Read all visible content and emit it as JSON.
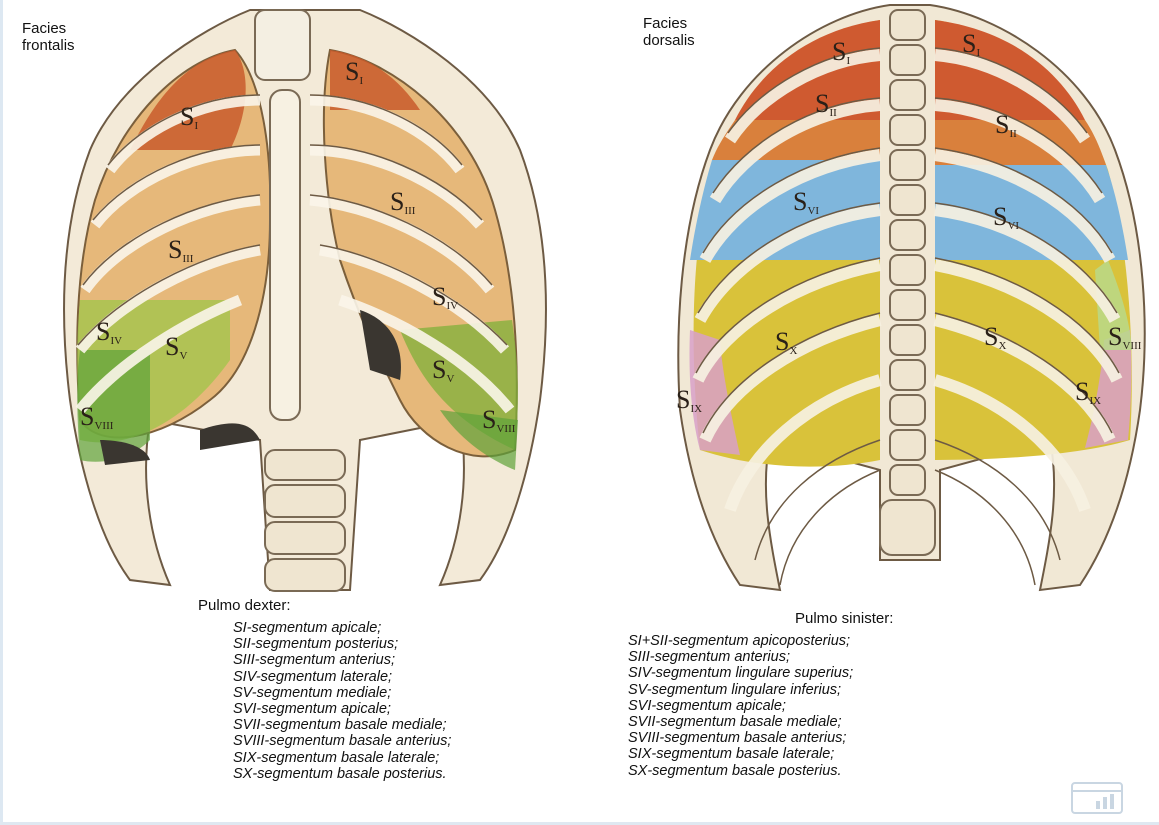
{
  "views": {
    "frontal": {
      "label": "Facies\nfrontalis"
    },
    "dorsal": {
      "label": "Facies\ndorsalis"
    }
  },
  "segments": {
    "frontal": [
      {
        "main": "S",
        "sub": "I",
        "color": "#c85a2c"
      },
      {
        "main": "S",
        "sub": "I",
        "color": "#c85a2c"
      },
      {
        "main": "S",
        "sub": "III",
        "color": "#d9a05a"
      },
      {
        "main": "S",
        "sub": "III",
        "color": "#d9a05a"
      },
      {
        "main": "S",
        "sub": "IV",
        "color": "#9fc54a"
      },
      {
        "main": "S",
        "sub": "V",
        "color": "#9fc54a"
      },
      {
        "main": "S",
        "sub": "IV",
        "color": "#d9a05a"
      },
      {
        "main": "S",
        "sub": "V",
        "color": "#7fb03a"
      },
      {
        "main": "S",
        "sub": "VIII",
        "color": "#5ea23a"
      },
      {
        "main": "S",
        "sub": "VIII",
        "color": "#5ea23a"
      }
    ],
    "dorsal": [
      {
        "main": "S",
        "sub": "I",
        "color": "#cf5a30"
      },
      {
        "main": "S",
        "sub": "II",
        "color": "#d9803c"
      },
      {
        "main": "S",
        "sub": "I",
        "color": "#cf5a30"
      },
      {
        "main": "S",
        "sub": "II",
        "color": "#d9803c"
      },
      {
        "main": "S",
        "sub": "VI",
        "color": "#7fb6dc"
      },
      {
        "main": "S",
        "sub": "VI",
        "color": "#7fb6dc"
      },
      {
        "main": "S",
        "sub": "X",
        "color": "#d9c23a"
      },
      {
        "main": "S",
        "sub": "X",
        "color": "#d9c23a"
      },
      {
        "main": "S",
        "sub": "IX",
        "color": "#d8a0c8"
      },
      {
        "main": "S",
        "sub": "IX",
        "color": "#d8a0c8"
      },
      {
        "main": "S",
        "sub": "VIII",
        "color": "#b9d98a"
      }
    ]
  },
  "legend_right": {
    "title": "Pulmo dexter:",
    "items": [
      "SI-segmentum  apicale;",
      "SII-segmentum  posterius;",
      "SIII-segmentum  anterius;",
      "SIV-segmentum  laterale;",
      "SV-segmentum  mediale;",
      "SVI-segmentum  apicale;",
      "SVII-segmentum basale  mediale;",
      "SVIII-segmentum basale  anterius;",
      "SIX-segmentum basale  laterale;",
      "SX-segmentum basale  posterius."
    ]
  },
  "legend_left": {
    "title": "Pulmo sinister:",
    "items": [
      "SI+SII-segmentum  apicoposterius;",
      "SIII-segmentum  anterius;",
      "SIV-segmentum lingulare  superius;",
      "SV-segmentum lingulare  inferius;",
      "SVI-segmentum  apicale;",
      "SVII-segmentum basale  mediale;",
      "SVIII-segmentum basale  anterius;",
      "SIX-segmentum basale  laterale;",
      "SX-segmentum basale  posterius."
    ]
  },
  "icons": {
    "corner": "watermark-chart-icon"
  }
}
